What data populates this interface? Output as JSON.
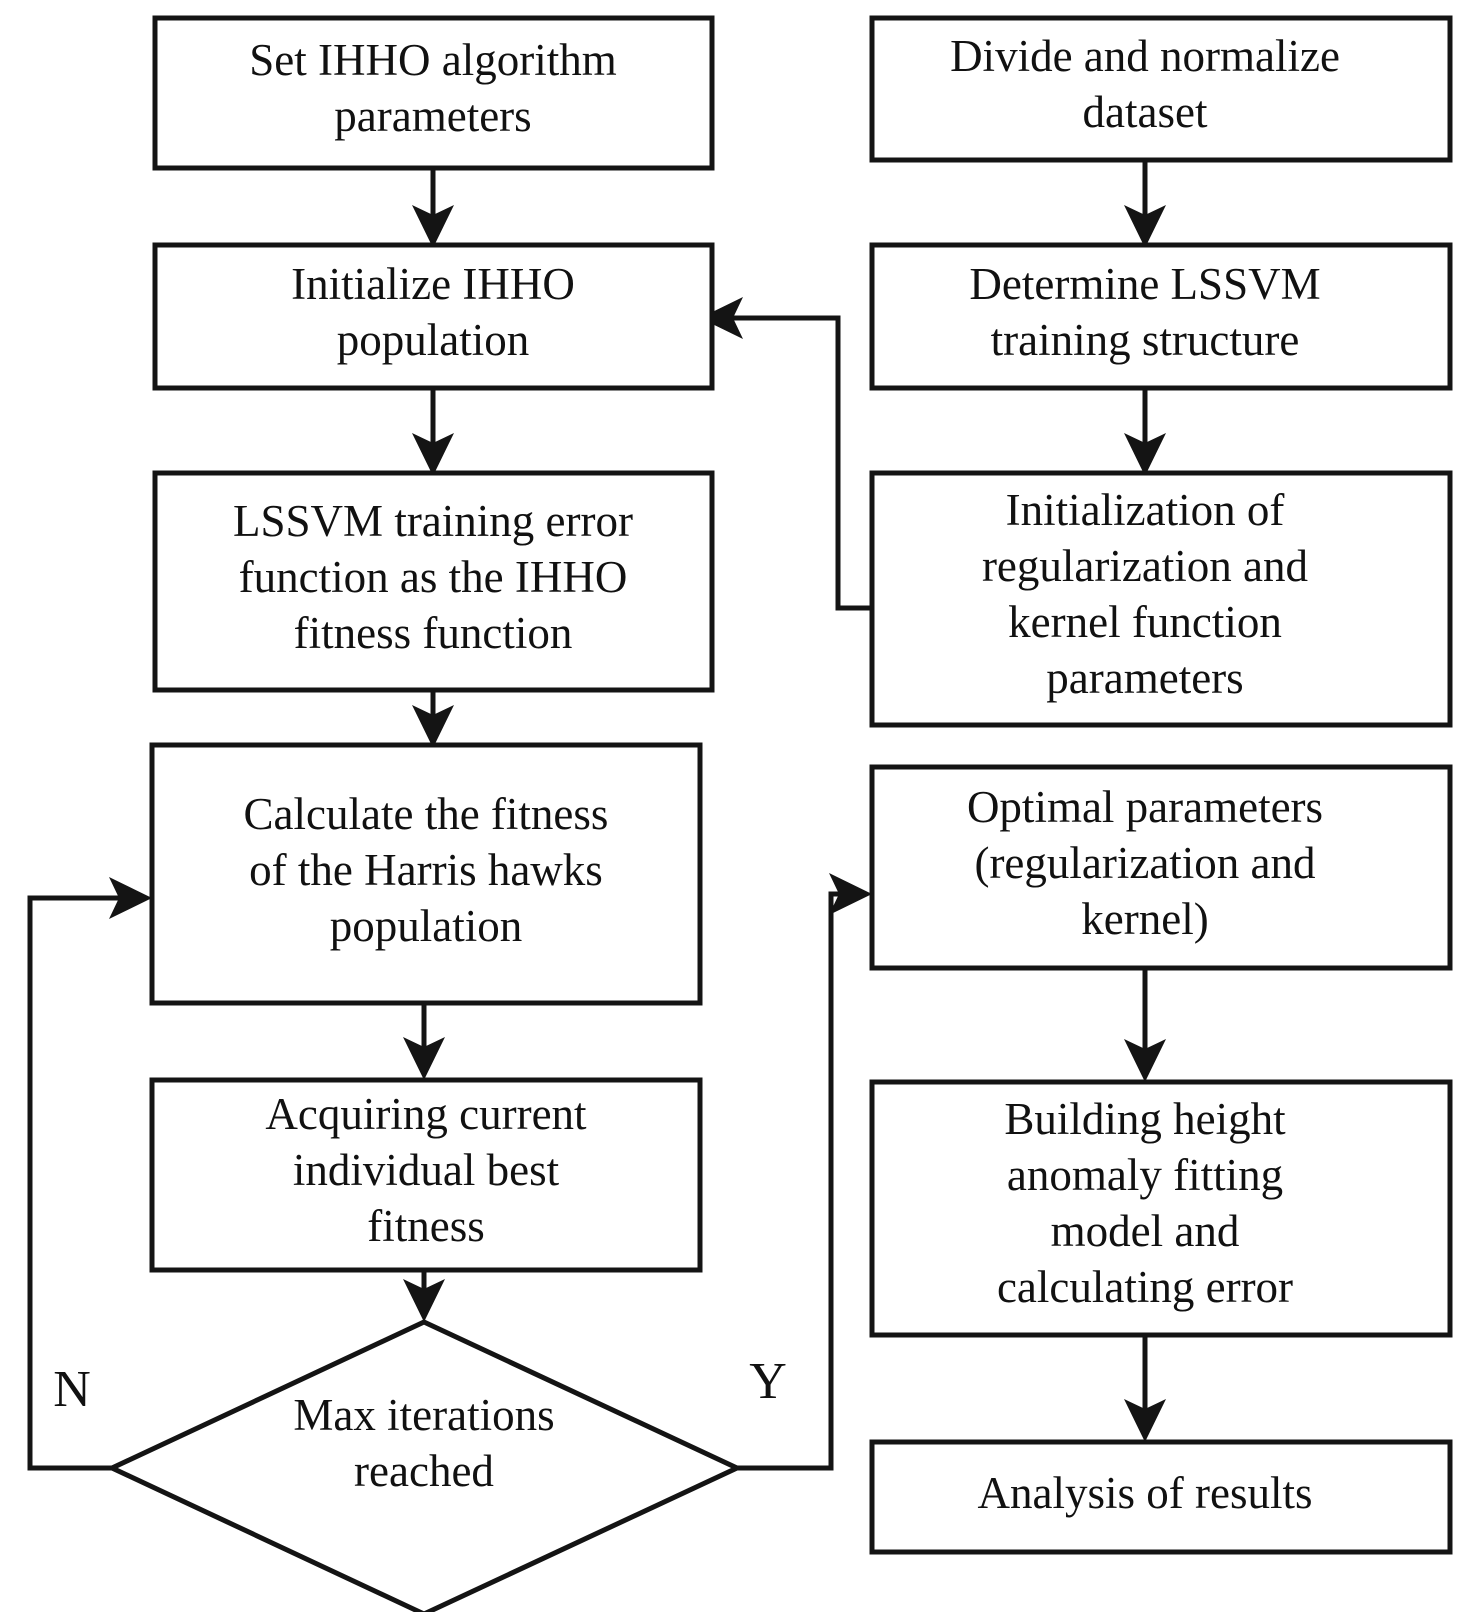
{
  "diagram": {
    "title": "IHHO-LSSVM building height anomaly fitting flowchart",
    "type": "flowchart",
    "background_color": "#ffffff",
    "line_color": "#141414",
    "text_color": "#111111",
    "nodes": {
      "set_params": {
        "label": "Set IHHO algorithm\nparameters",
        "shape": "rectangle"
      },
      "init_pop": {
        "label": "Initialize IHHO\npopulation",
        "shape": "rectangle"
      },
      "fitness_fn": {
        "label": "LSSVM training error\nfunction as the IHHO\nfitness function",
        "shape": "rectangle"
      },
      "calc_fitness": {
        "label": "Calculate the fitness\nof the Harris hawks\npopulation",
        "shape": "rectangle"
      },
      "acquire_best": {
        "label": "Acquiring current\nindividual best\nfitness",
        "shape": "rectangle"
      },
      "max_iter": {
        "label": "Max iterations\nreached",
        "shape": "diamond"
      },
      "divide_norm": {
        "label": "Divide and normalize\ndataset",
        "shape": "rectangle"
      },
      "determine_struct": {
        "label": "Determine LSSVM\ntraining structure",
        "shape": "rectangle"
      },
      "init_reg": {
        "label": "Initialization of\nregularization and\nkernel function\nparameters",
        "shape": "rectangle"
      },
      "optimal_params": {
        "label": "Optimal parameters\n(regularization and\nkernel)",
        "shape": "rectangle"
      },
      "build_model": {
        "label": "Building height\nanomaly fitting\nmodel and\ncalculating error",
        "shape": "rectangle"
      },
      "analysis": {
        "label": "Analysis of results",
        "shape": "rectangle"
      }
    },
    "branch_labels": {
      "no": "N",
      "yes": "Y"
    },
    "edges": [
      {
        "from": "set_params",
        "to": "init_pop",
        "label": ""
      },
      {
        "from": "init_pop",
        "to": "fitness_fn",
        "label": ""
      },
      {
        "from": "fitness_fn",
        "to": "calc_fitness",
        "label": ""
      },
      {
        "from": "calc_fitness",
        "to": "acquire_best",
        "label": ""
      },
      {
        "from": "acquire_best",
        "to": "max_iter",
        "label": ""
      },
      {
        "from": "max_iter",
        "to": "calc_fitness",
        "label": "N"
      },
      {
        "from": "max_iter",
        "to": "optimal_params",
        "label": "Y"
      },
      {
        "from": "divide_norm",
        "to": "determine_struct",
        "label": ""
      },
      {
        "from": "determine_struct",
        "to": "init_reg",
        "label": ""
      },
      {
        "from": "init_reg",
        "to": "init_pop",
        "label": ""
      },
      {
        "from": "optimal_params",
        "to": "build_model",
        "label": ""
      },
      {
        "from": "build_model",
        "to": "analysis",
        "label": ""
      }
    ]
  }
}
